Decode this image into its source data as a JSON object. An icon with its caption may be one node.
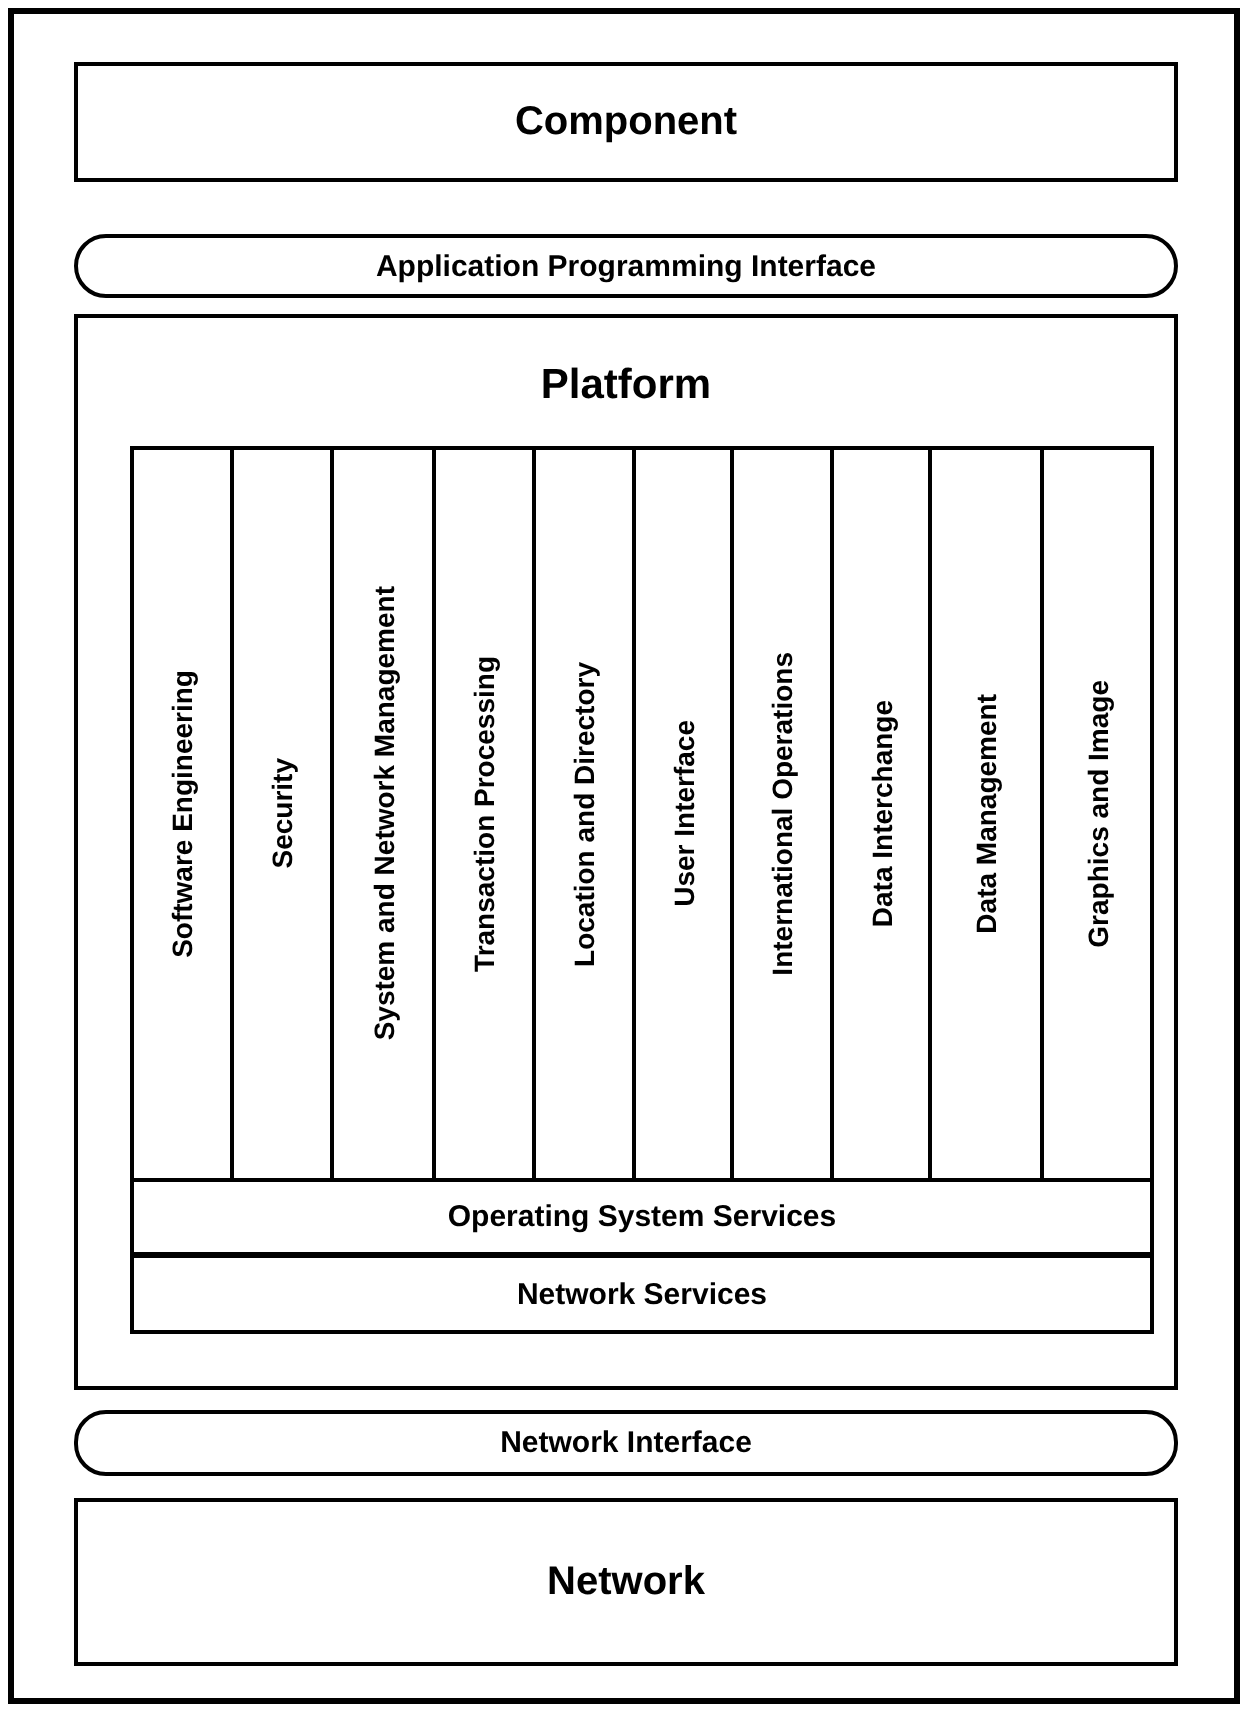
{
  "diagram": {
    "nodes": [
      {
        "text": [],
        "shape": "box"
      },
      {
        "text": [
          "Component"
        ],
        "in": 0
      },
      {
        "text": [
          "Application Programming Interface"
        ],
        "in": 0
      },
      {
        "text": [
          "Platform"
        ],
        "in": 0
      },
      {
        "text": [
          "Software Engineering"
        ],
        "in": 3
      },
      {
        "text": [
          "Security"
        ],
        "in": 3
      },
      {
        "text": [
          "System and Network Management"
        ],
        "in": 3
      },
      {
        "text": [
          "Transaction Processing"
        ],
        "in": 3
      },
      {
        "text": [
          "Location and Directory"
        ],
        "in": 3
      },
      {
        "text": [
          "User Interface"
        ],
        "in": 3
      },
      {
        "text": [
          "International Operations"
        ],
        "in": 3
      },
      {
        "text": [
          "Data Interchange"
        ],
        "in": 3
      },
      {
        "text": [
          "Data Management"
        ],
        "in": 3
      },
      {
        "text": [
          "Graphics and Image"
        ],
        "in": 3
      },
      {
        "text": [
          "Operating System Services"
        ],
        "in": 3
      },
      {
        "text": [
          "Network Services"
        ],
        "in": 3
      },
      {
        "text": [
          "Network Interface"
        ],
        "in": 0
      },
      {
        "text": [
          "Network"
        ],
        "in": 0
      }
    ]
  }
}
